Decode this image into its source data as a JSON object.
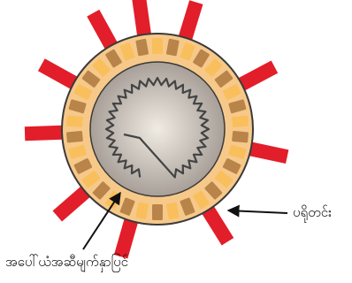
{
  "labels": {
    "capsid": "ပရိုတင်း",
    "envelope": "အပေါ်ယံအဆီမျက်နှာပြင်"
  },
  "colors": {
    "background": "#ffffff",
    "ring_outline": "#3a3a3a",
    "ring_base": "#f6c98a",
    "tile_light": "#f9bf5c",
    "tile_dark": "#b8844a",
    "core_center": "#f0ebe3",
    "core_edge": "#a8a098",
    "genome": "#444444",
    "spike": "#e21e2a",
    "arrow": "#111111"
  },
  "diagram": {
    "ring_tiles": 34,
    "spikes": 10,
    "genome": "zigzag strand"
  }
}
